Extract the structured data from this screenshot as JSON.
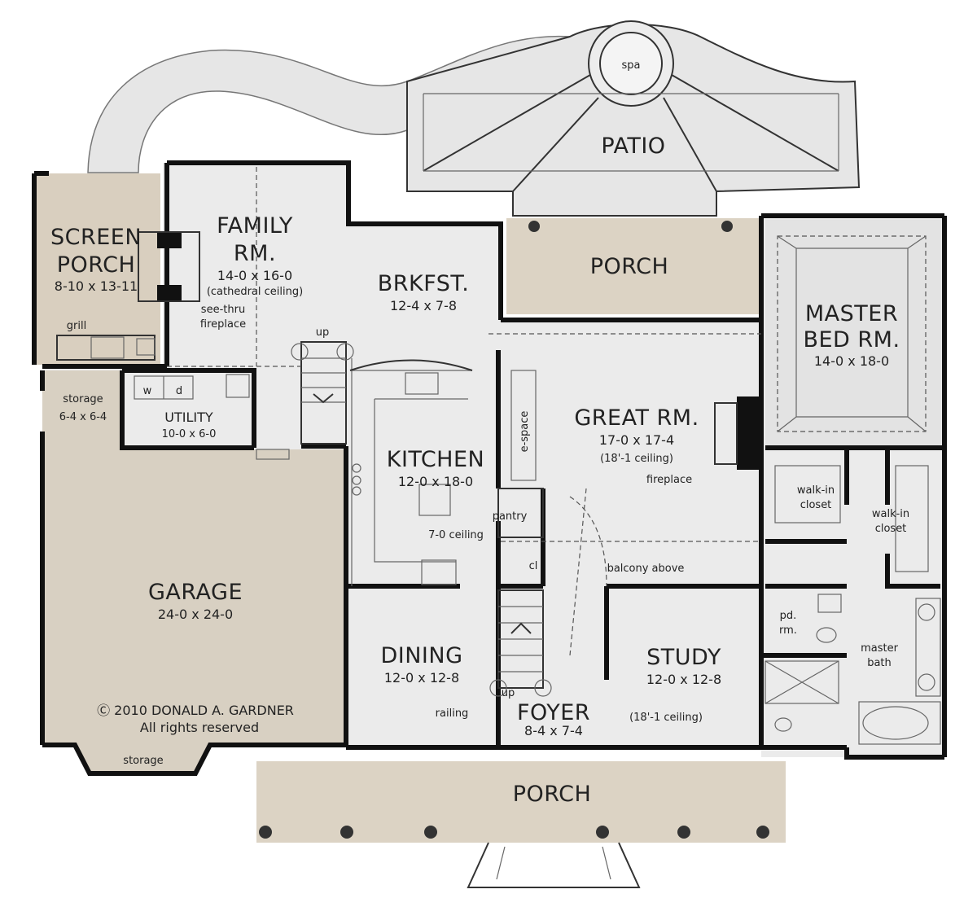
{
  "rooms": {
    "screen_porch": {
      "line1": "SCREEN",
      "line2": "PORCH",
      "dims": "8-10  x  13-11"
    },
    "grill": "grill",
    "storage_left": {
      "name": "storage",
      "dims": "6-4  x  6-4"
    },
    "utility": {
      "name": "UTILITY",
      "dims": "10-0  x  6-0",
      "w": "w",
      "d": "d"
    },
    "family": {
      "line1": "FAMILY",
      "line2": "RM.",
      "dims": "14-0  x  16-0",
      "note": "(cathedral  ceiling)"
    },
    "see_thru": {
      "line1": "see-thru",
      "line2": "fireplace"
    },
    "up_top": "up",
    "brkfst": {
      "name": "BRKFST.",
      "dims": "12-4  x  7-8"
    },
    "kitchen": {
      "name": "KITCHEN",
      "dims": "12-0  x  18-0"
    },
    "e_space": "e-space",
    "pantry": "pantry",
    "ceiling_7": "7-0  ceiling",
    "cl": "cl",
    "patio": "PATIO",
    "spa": "spa",
    "porch_rear": "PORCH",
    "great": {
      "name": "GREAT  RM.",
      "dims": "17-0  x  17-4",
      "note": "(18'-1  ceiling)"
    },
    "fireplace": "fireplace",
    "balcony": "balcony  above",
    "master": {
      "line1": "MASTER",
      "line2": "BED  RM.",
      "dims": "14-0  x  18-0"
    },
    "walkin1": {
      "line1": "walk-in",
      "line2": "closet"
    },
    "walkin2": {
      "line1": "walk-in",
      "line2": "closet"
    },
    "pd_rm": {
      "line1": "pd.",
      "line2": "rm."
    },
    "master_bath": {
      "line1": "master",
      "line2": "bath"
    },
    "garage": {
      "name": "GARAGE",
      "dims": "24-0  x  24-0"
    },
    "copyright": {
      "line1": "Ⓒ  2010  DONALD  A.  GARDNER",
      "line2": "All  rights  reserved"
    },
    "storage_bottom": "storage",
    "dining": {
      "name": "DINING",
      "dims": "12-0  x  12-8"
    },
    "railing": "railing",
    "up_foyer": "up",
    "foyer": {
      "name": "FOYER",
      "dims": "8-4  x  7-4"
    },
    "foyer_ceiling": "(18'-1  ceiling)",
    "study": {
      "name": "STUDY",
      "dims": "12-0  x  12-8"
    },
    "porch_front": "PORCH"
  },
  "colors": {
    "background": "#ffffff",
    "room_fill": "#ebebeb",
    "porch_fill": "#dcd3c4",
    "garage_fill": "#d8d0c2",
    "screen_fill": "#d9cfbf",
    "patio_fill": "#e6e6e6",
    "wall": "#111111"
  }
}
